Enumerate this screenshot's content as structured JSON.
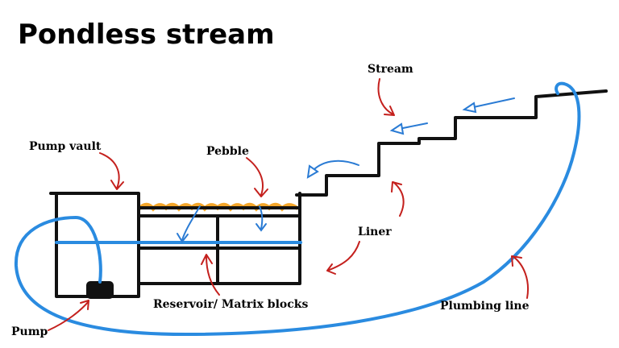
{
  "title": "Pondless stream",
  "labels": {
    "stream": "Stream",
    "pump_vault": "Pump vault",
    "pebble": "Pebble",
    "liner": "Liner",
    "reservoir": "Reservoir/ Matrix blocks",
    "pump": "Pump",
    "plumbing": "Plumbing line"
  },
  "colors": {
    "water": "#2a8be0",
    "pebble": "#f4a62a",
    "pointer": "#c4201d",
    "outline": "#111111"
  }
}
